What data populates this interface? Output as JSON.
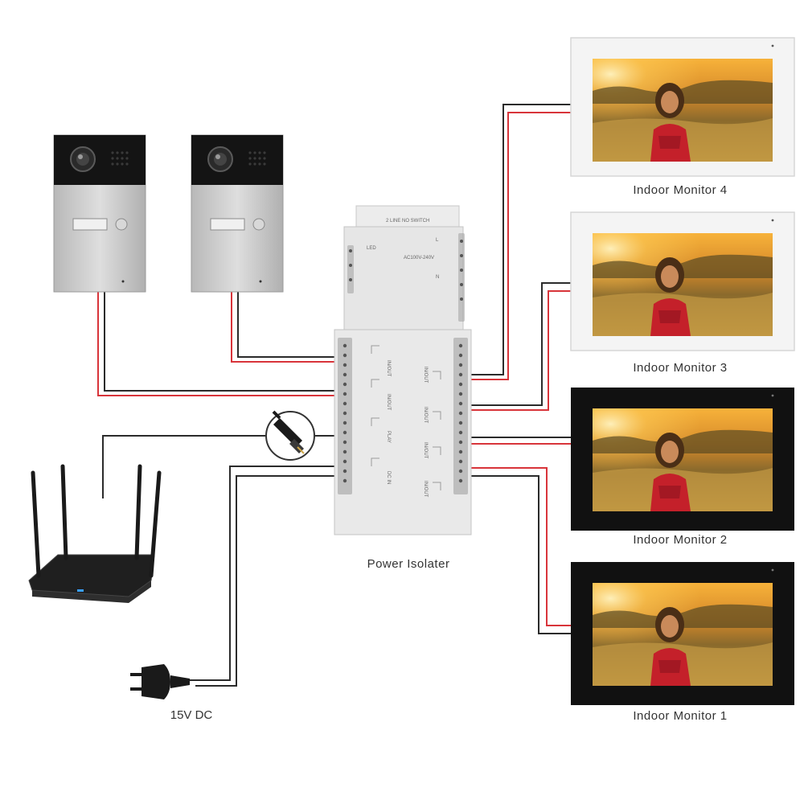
{
  "labels": {
    "isolator": "Power Isolater",
    "power": "15V DC",
    "monitor_4": "Indoor Monitor 4",
    "monitor_3": "Indoor Monitor 3",
    "monitor_2": "Indoor Monitor 2",
    "monitor_1": "Indoor Monitor 1"
  },
  "isolator_print": {
    "title": "2 LINE NO SWITCH",
    "led": "LED",
    "l": "L",
    "ac": "AC100V-240V",
    "n": "N",
    "in_out": "IN/OUT",
    "play": "PLAY",
    "dc_in": "DC IN"
  },
  "colors": {
    "wire_red": "#d8343a",
    "wire_black": "#2b2b2b",
    "monitor_white": "#f4f4f4",
    "monitor_black": "#111111",
    "doorbell_silver": "#c9c9c9"
  },
  "icons": [
    "doorbell-icon",
    "router-icon",
    "ethernet-plug-icon",
    "power-plug-icon"
  ]
}
